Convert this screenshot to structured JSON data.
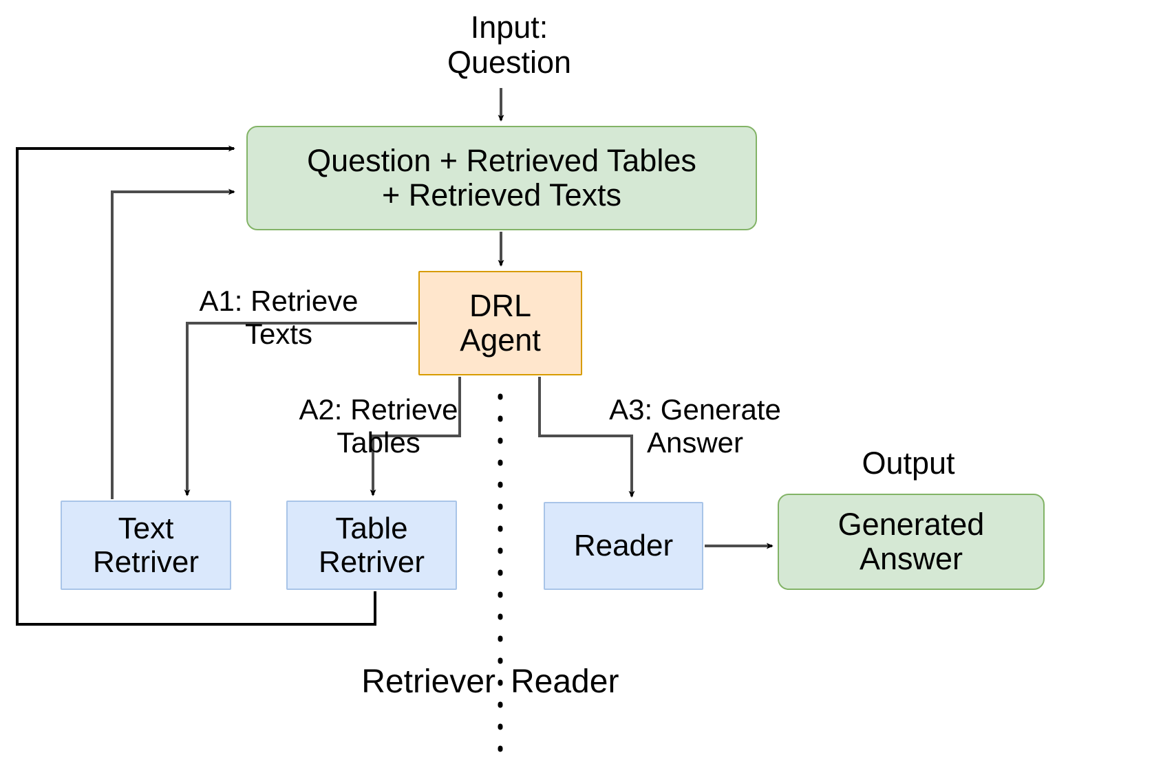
{
  "diagram": {
    "title": "DRL Agent retriever-reader pipeline",
    "colors": {
      "green_fill": "#d5e8d4",
      "green_stroke": "#82b366",
      "orange_fill": "#ffe6cc",
      "orange_stroke": "#d79b00",
      "blue_fill": "#dae8fc",
      "blue_stroke": "#a8c4e8",
      "edge_stroke": "#4d4d4d",
      "arrow_fill": "#000000",
      "text": "#000000"
    },
    "nodes": {
      "context": {
        "label": "Question + Retrieved Tables\n+ Retrieved Texts",
        "shape": "rounded-rectangle",
        "fill": "green"
      },
      "agent": {
        "label": "DRL\nAgent",
        "shape": "rectangle",
        "fill": "orange"
      },
      "text_retriever": {
        "label": "Text\nRetriver",
        "shape": "rectangle",
        "fill": "blue"
      },
      "table_retriever": {
        "label": "Table\nRetriver",
        "shape": "rectangle",
        "fill": "blue"
      },
      "reader": {
        "label": "Reader",
        "shape": "rectangle",
        "fill": "blue"
      },
      "generated_answer": {
        "label": "Generated\nAnswer",
        "shape": "rounded-rectangle",
        "fill": "green"
      }
    },
    "labels": {
      "input": "Input:\nQuestion",
      "action_1": "A1: Retrieve\nTexts",
      "action_2": "A2: Retrieve\nTables",
      "action_3": "A3: Generate\nAnswer",
      "output": "Output",
      "divider_left": "Retriever",
      "divider_right": "Reader"
    },
    "edges": [
      {
        "from": "input",
        "to": "context",
        "style": "solid-arrow"
      },
      {
        "from": "context",
        "to": "agent",
        "style": "solid-arrow"
      },
      {
        "from": "agent",
        "to": "text_retriever",
        "style": "solid-arrow",
        "label": "A1: Retrieve Texts"
      },
      {
        "from": "agent",
        "to": "table_retriever",
        "style": "solid-arrow",
        "label": "A2: Retrieve Tables"
      },
      {
        "from": "agent",
        "to": "reader",
        "style": "solid-arrow",
        "label": "A3: Generate Answer"
      },
      {
        "from": "reader",
        "to": "generated_answer",
        "style": "solid-arrow"
      },
      {
        "from": "table_retriever",
        "to": "context",
        "style": "solid-arrow-feedback-outer"
      },
      {
        "from": "text_retriever",
        "to": "context",
        "style": "solid-arrow-feedback-inner"
      }
    ],
    "divider": {
      "style": "dotted-vertical",
      "separates": [
        "Retriever",
        "Reader"
      ]
    }
  }
}
